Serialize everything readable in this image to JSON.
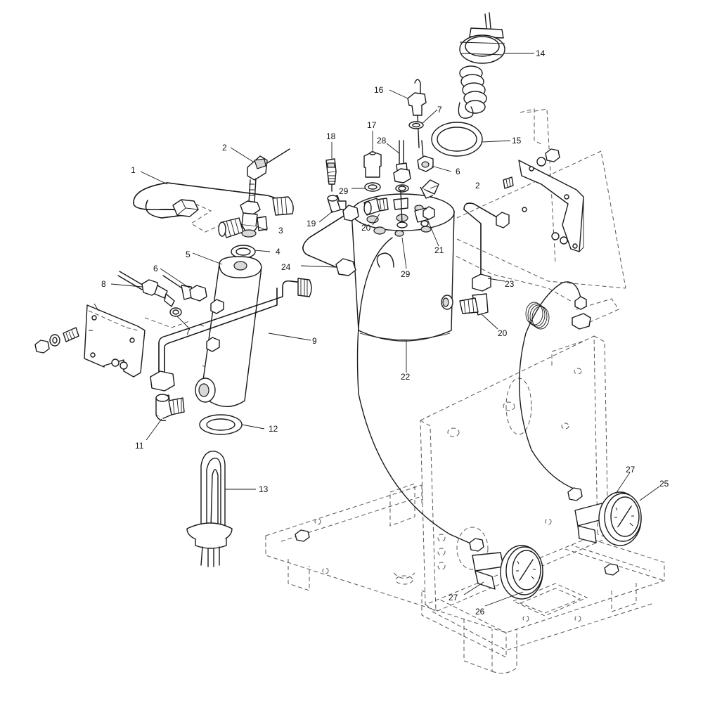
{
  "callouts": [
    {
      "id": "c1",
      "label": "1"
    },
    {
      "id": "c2a",
      "label": "2"
    },
    {
      "id": "c2b",
      "label": "2"
    },
    {
      "id": "c3",
      "label": "3"
    },
    {
      "id": "c4",
      "label": "4"
    },
    {
      "id": "c5",
      "label": "5"
    },
    {
      "id": "c6a",
      "label": "6"
    },
    {
      "id": "c6b",
      "label": "6"
    },
    {
      "id": "c7a",
      "label": "7"
    },
    {
      "id": "c7b",
      "label": "7"
    },
    {
      "id": "c8",
      "label": "8"
    },
    {
      "id": "c9",
      "label": "9"
    },
    {
      "id": "c11",
      "label": "11"
    },
    {
      "id": "c12",
      "label": "12"
    },
    {
      "id": "c13",
      "label": "13"
    },
    {
      "id": "c14",
      "label": "14"
    },
    {
      "id": "c15",
      "label": "15"
    },
    {
      "id": "c16",
      "label": "16"
    },
    {
      "id": "c17",
      "label": "17"
    },
    {
      "id": "c18",
      "label": "18"
    },
    {
      "id": "c19",
      "label": "19"
    },
    {
      "id": "c20a",
      "label": "20"
    },
    {
      "id": "c20b",
      "label": "20"
    },
    {
      "id": "c21",
      "label": "21"
    },
    {
      "id": "c22",
      "label": "22"
    },
    {
      "id": "c23",
      "label": "23"
    },
    {
      "id": "c24",
      "label": "24"
    },
    {
      "id": "c25",
      "label": "25"
    },
    {
      "id": "c26",
      "label": "26"
    },
    {
      "id": "c27a",
      "label": "27"
    },
    {
      "id": "c27b",
      "label": "27"
    },
    {
      "id": "c28",
      "label": "28"
    },
    {
      "id": "c29a",
      "label": "29"
    },
    {
      "id": "c29b",
      "label": "29"
    }
  ]
}
